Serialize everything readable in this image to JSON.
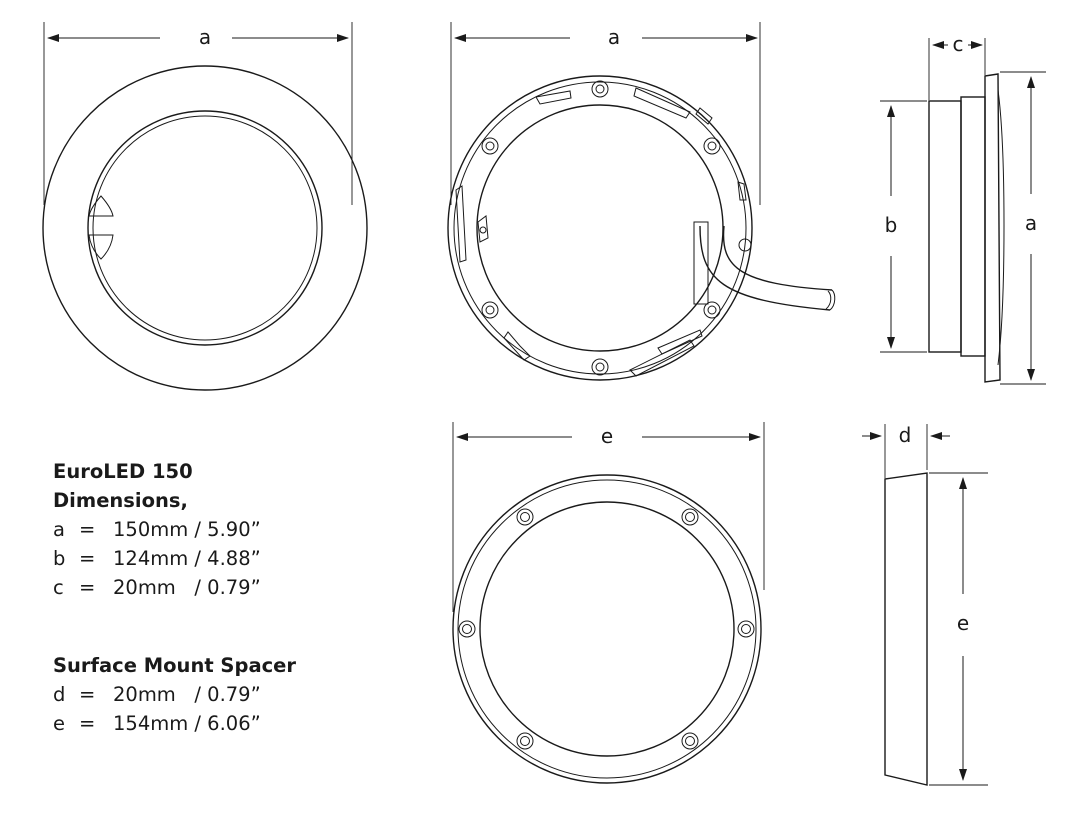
{
  "labels": {
    "front_a": "a",
    "back_a": "a",
    "side_c": "c",
    "side_b": "b",
    "side_a": "a",
    "spacer_e_top": "e",
    "spacer_side_d": "d",
    "spacer_side_e": "e"
  },
  "specs": {
    "light": {
      "title_line1": "EuroLED 150",
      "title_line2": "Dimensions,",
      "rows": [
        {
          "key": "a",
          "eq": "=",
          "value": "150mm / 5.90”"
        },
        {
          "key": "b",
          "eq": "=",
          "value": "124mm / 4.88”"
        },
        {
          "key": "c",
          "eq": "=",
          "value": "20mm   / 0.79”"
        }
      ]
    },
    "spacer": {
      "title": "Surface Mount Spacer",
      "rows": [
        {
          "key": "d",
          "eq": "=",
          "value": "20mm   / 0.79”"
        },
        {
          "key": "e",
          "eq": "=",
          "value": "154mm / 6.06”"
        }
      ]
    }
  }
}
